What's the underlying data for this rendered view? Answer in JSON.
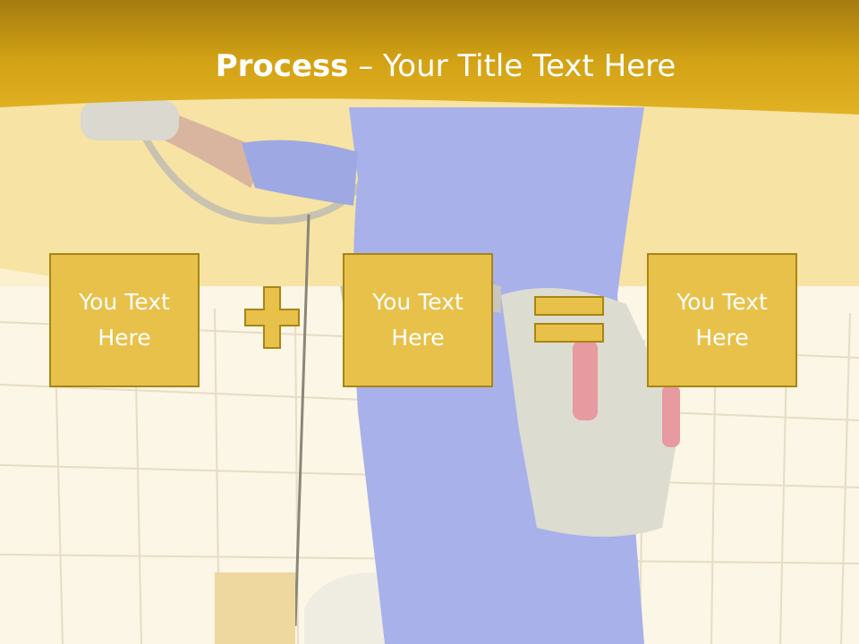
{
  "slide": {
    "title_bold": "Process",
    "title_rest": " – Your Title Text Here"
  },
  "process": {
    "box1_text": "You Text Here",
    "box2_text": "You Text Here",
    "box3_text": "You Text Here",
    "operator1": "plus-icon",
    "operator2": "equals-icon"
  },
  "colors": {
    "header_gold": "#d6a51a",
    "box_fill": "#e8c14a",
    "box_border": "#a88514",
    "operator_fill": "#e8c14a",
    "operator_border": "#a88514"
  }
}
